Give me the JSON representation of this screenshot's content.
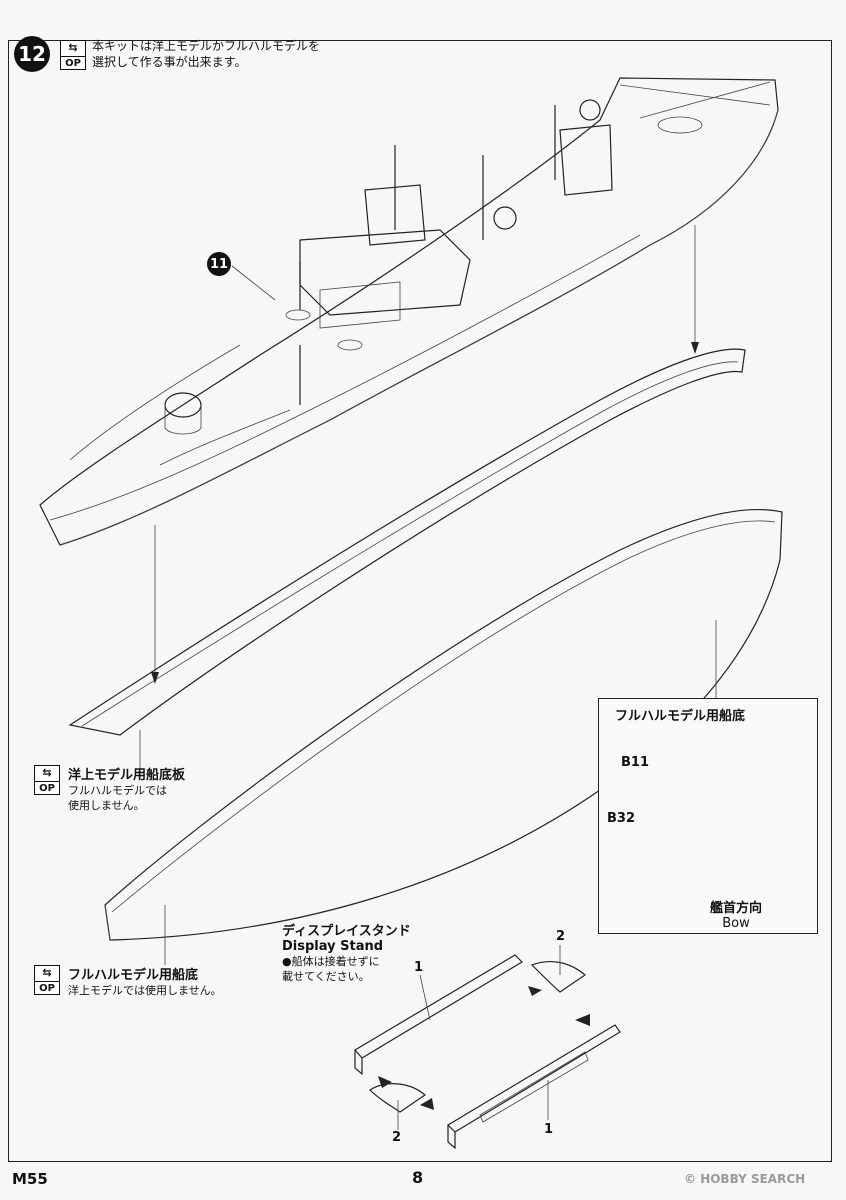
{
  "step_number": "12",
  "step_marker": {
    "arrow": "⇆",
    "op": "OP"
  },
  "step_instruction": [
    "本キットは洋上モデルかフルハルモデルを",
    "選択して作る事が出来ます。"
  ],
  "callout_number": "11",
  "waterline": {
    "title": "洋上モデル用船底板",
    "note": [
      "フルハルモデルでは",
      "使用しません。"
    ]
  },
  "fullhull": {
    "title": "フルハルモデル用船底",
    "note": "洋上モデルでは使用しません。"
  },
  "inset": {
    "title": "フルハルモデル用船底",
    "part_b11": "B11",
    "part_b32": "B32",
    "direction_jp": "艦首方向",
    "direction_en": "Bow"
  },
  "stand": {
    "title_jp": "ディスプレイスタンド",
    "title_en": "Display Stand",
    "note": [
      "●船体は接着せずに",
      "載せてください。"
    ],
    "part1_labels": [
      "1",
      "1"
    ],
    "part2_labels": [
      "2",
      "2"
    ]
  },
  "footer": {
    "model_code": "M55",
    "page_number": "8",
    "watermark_prefix": "©",
    "watermark_brand": "HOBBY",
    "watermark_suffix": "SEARCH"
  },
  "colors": {
    "ink": "#111111",
    "paper": "#f7f7f5",
    "watermark": "#9a9a9a"
  }
}
